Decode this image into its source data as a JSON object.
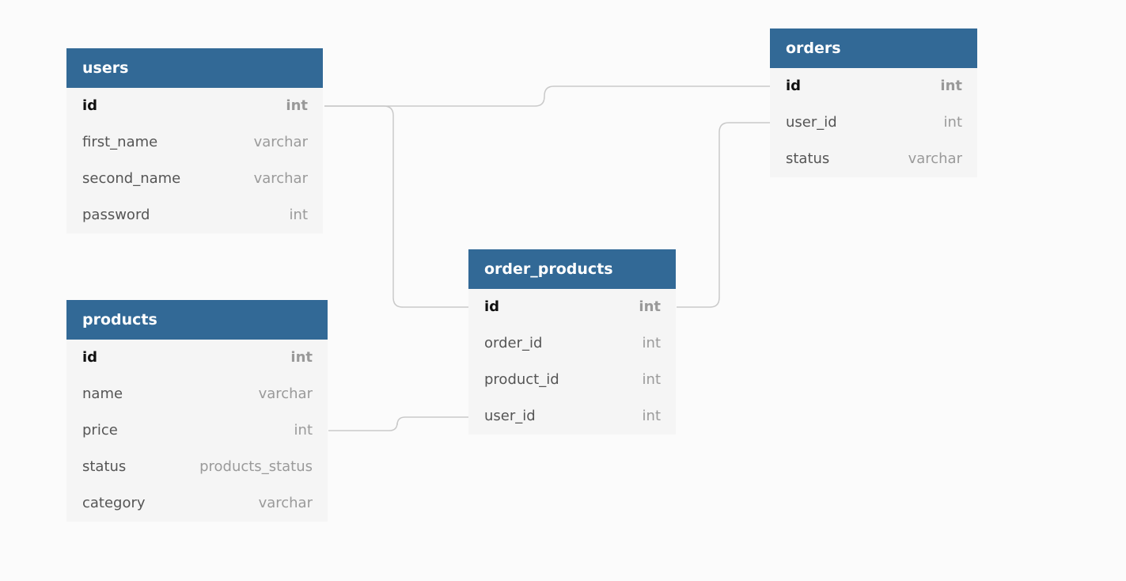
{
  "tables": {
    "users": {
      "name": "users",
      "fields": [
        {
          "name": "id",
          "type": "int",
          "pk": true
        },
        {
          "name": "first_name",
          "type": "varchar"
        },
        {
          "name": "second_name",
          "type": "varchar"
        },
        {
          "name": "password",
          "type": "int"
        }
      ]
    },
    "products": {
      "name": "products",
      "fields": [
        {
          "name": "id",
          "type": "int",
          "pk": true
        },
        {
          "name": "name",
          "type": "varchar"
        },
        {
          "name": "price",
          "type": "int"
        },
        {
          "name": "status",
          "type": "products_status"
        },
        {
          "name": "category",
          "type": "varchar"
        }
      ]
    },
    "order_products": {
      "name": "order_products",
      "fields": [
        {
          "name": "id",
          "type": "int",
          "pk": true
        },
        {
          "name": "order_id",
          "type": "int"
        },
        {
          "name": "product_id",
          "type": "int"
        },
        {
          "name": "user_id",
          "type": "int"
        }
      ]
    },
    "orders": {
      "name": "orders",
      "fields": [
        {
          "name": "id",
          "type": "int",
          "pk": true
        },
        {
          "name": "user_id",
          "type": "int"
        },
        {
          "name": "status",
          "type": "varchar"
        }
      ]
    }
  },
  "relationships": [
    {
      "from": "users.id",
      "to": "orders.id"
    },
    {
      "from": "users.id",
      "to": "order_products.id"
    },
    {
      "from": "order_products.id",
      "to": "orders.user_id"
    },
    {
      "from": "products.price",
      "to": "order_products.user_id"
    }
  ],
  "colors": {
    "header": "#326996",
    "body": "#f5f5f5",
    "connector": "#c9c9c9",
    "background": "#fbfbfb"
  }
}
